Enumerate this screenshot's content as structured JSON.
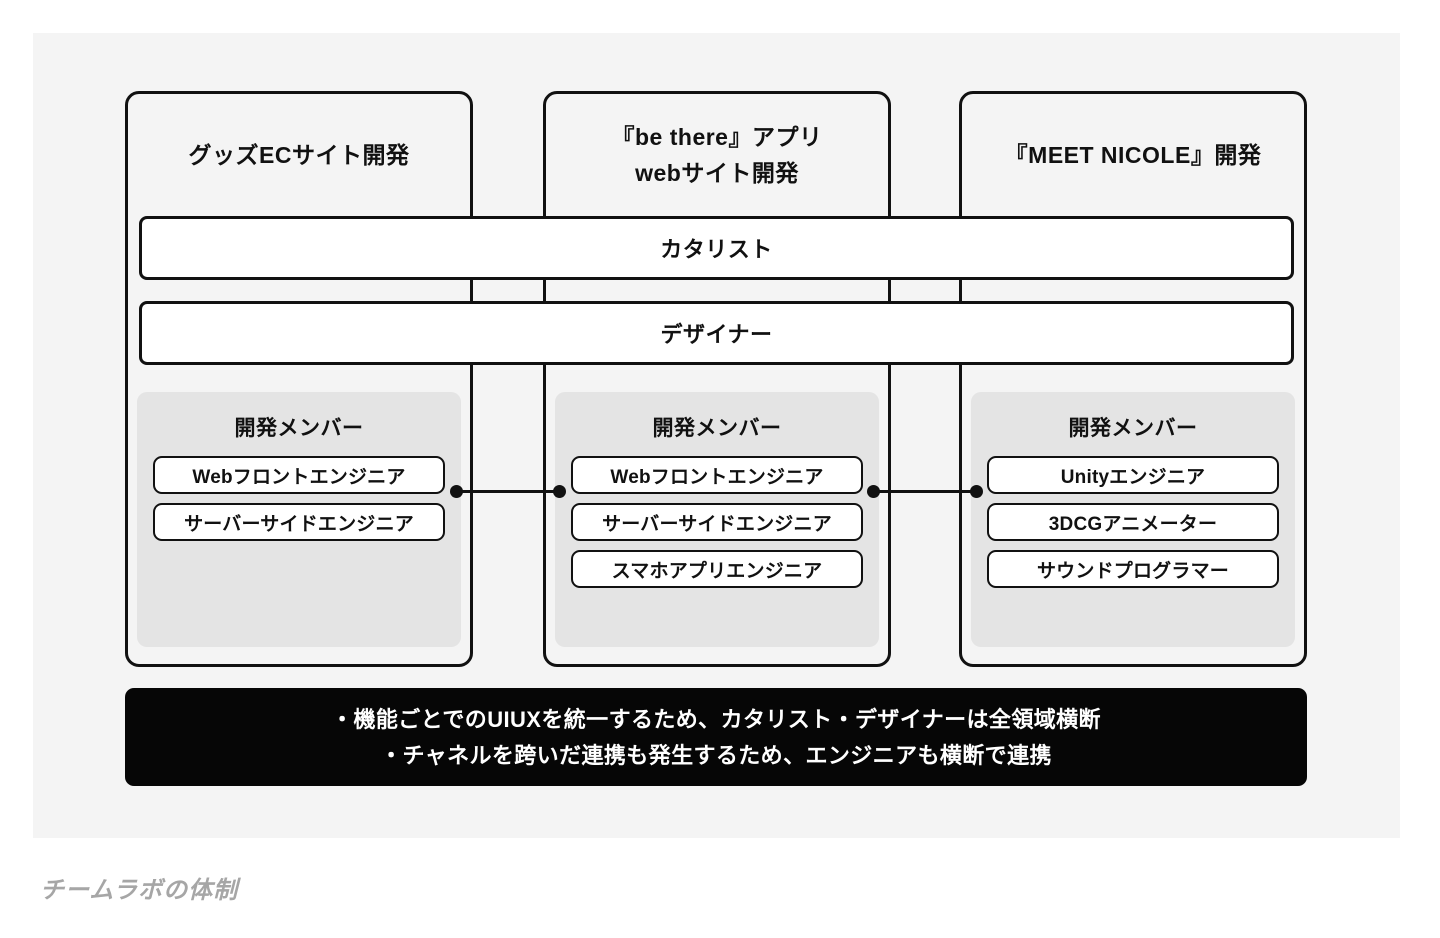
{
  "caption": "チームラボの体制",
  "colors": {
    "canvas_background": "#f4f4f4",
    "page_background": "#ffffff",
    "outline": "#111111",
    "member_group_background": "#e4e4e4",
    "notes_background": "#060606",
    "notes_text": "#ffffff",
    "caption_text": "#a6a6a6",
    "pill_background": "#ffffff"
  },
  "columns": [
    {
      "title": "グッズECサイト開発",
      "member_group": {
        "title": "開発メンバー",
        "roles": [
          "Webフロントエンジニア",
          "サーバーサイドエンジニア"
        ]
      }
    },
    {
      "title": "『be there』アプリ\nwebサイト開発",
      "member_group": {
        "title": "開発メンバー",
        "roles": [
          "Webフロントエンジニア",
          "サーバーサイドエンジニア",
          "スマホアプリエンジニア"
        ]
      }
    },
    {
      "title": "『MEET NICOLE』開発",
      "member_group": {
        "title": "開発メンバー",
        "roles": [
          "Unityエンジニア",
          "3DCGアニメーター",
          "サウンドプログラマー"
        ]
      }
    }
  ],
  "spanning_bars": [
    {
      "label": "カタリスト"
    },
    {
      "label": "デザイナー"
    }
  ],
  "connectors": [
    {
      "from": "column-0-role-0",
      "to": "column-1-role-0"
    },
    {
      "from": "column-1-role-0",
      "to": "column-2-role-0"
    }
  ],
  "notes": {
    "lines": [
      "・機能ごとでのUIUXを統一するため、カタリスト・デザイナーは全領域横断",
      "・チャネルを跨いだ連携も発生するため、エンジニアも横断で連携"
    ]
  }
}
